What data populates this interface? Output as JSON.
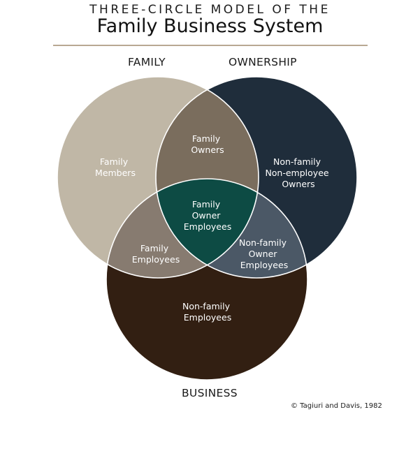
{
  "header": {
    "supertitle": "THREE-CIRCLE MODEL OF THE",
    "title": "Family Business System"
  },
  "sets": {
    "family": "FAMILY",
    "ownership": "OWNERSHIP",
    "business": "BUSINESS"
  },
  "regions": {
    "family_members": [
      "Family",
      "Members"
    ],
    "family_owners": [
      "Family",
      "Owners"
    ],
    "nonfamily_nonemployee_owners": [
      "Non-family",
      "Non-employee",
      "Owners"
    ],
    "family_owner_employees": [
      "Family",
      "Owner",
      "Employees"
    ],
    "family_employees": [
      "Family",
      "Employees"
    ],
    "nonfamily_owner_employees": [
      "Non-family",
      "Owner",
      "Employees"
    ],
    "nonfamily_employees": [
      "Non-family",
      "Employees"
    ]
  },
  "colors": {
    "family": "#c0b7a6",
    "ownership": "#1f2d3b",
    "business": "#321f12",
    "family_ownership": "#7a6d5d",
    "family_business": "#877b70",
    "ownership_business": "#4b5866",
    "all_three": "#0d4b44",
    "outline": "#ffffff"
  },
  "credit": "© Tagiuri and Davis, 1982"
}
